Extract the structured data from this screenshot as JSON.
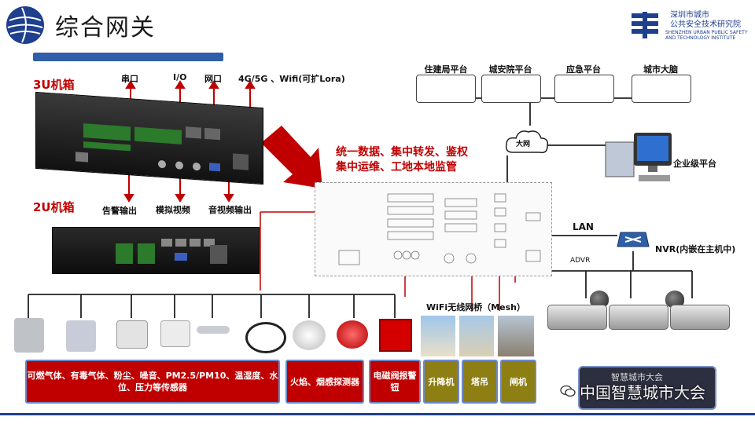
{
  "header": {
    "title": "综合网关",
    "org_name_line1": "深圳市城市",
    "org_name_line2": "公共安全技术研究院",
    "org_name_en_line1": "SHENZHEN URBAN PUBLIC SAFETY",
    "org_name_en_line2": "AND TECHNOLOGY INSTITUTE"
  },
  "left": {
    "box_3u": "3U机箱",
    "box_2u": "2U机箱",
    "port_serial": "串口",
    "port_io": "I/O",
    "port_net": "网口",
    "port_wireless": "4G/5G 、Wifi(可扩Lora)",
    "out_alarm": "告警输出",
    "out_analog_video": "模拟视频",
    "out_av": "音视频输出"
  },
  "center": {
    "feature_line1": "统一数据、集中转发、鉴权",
    "feature_line2": "集中运维、工地本地监管"
  },
  "network": {
    "platforms": [
      "住建局平台",
      "城安院平台",
      "应急平台",
      "城市大脑"
    ],
    "internet": "大网",
    "enterprise": "企业级平台",
    "lan": "LAN",
    "nvr": "NVR(内嵌在主机中)",
    "adv": "ADVR",
    "wifi_bridge": "WiFi无线网桥（Mesh）"
  },
  "categories": {
    "sensors": "可燃气体、有毒气体、粉尘、噪音、PM2.5/PM10、温湿度、水位、压力等传感器",
    "fire": "火焰、烟感探测器",
    "valve": "电磁阀报警钮",
    "lift": "升降机",
    "tower": "塔吊",
    "gate": "闸机"
  },
  "footer": {
    "watermark": "中国智慧城市大会",
    "conference_label": "智慧城市大会"
  },
  "colors": {
    "brand_blue": "#1f3f8f",
    "accent_red": "#c00000",
    "olive": "#8e7f14"
  }
}
